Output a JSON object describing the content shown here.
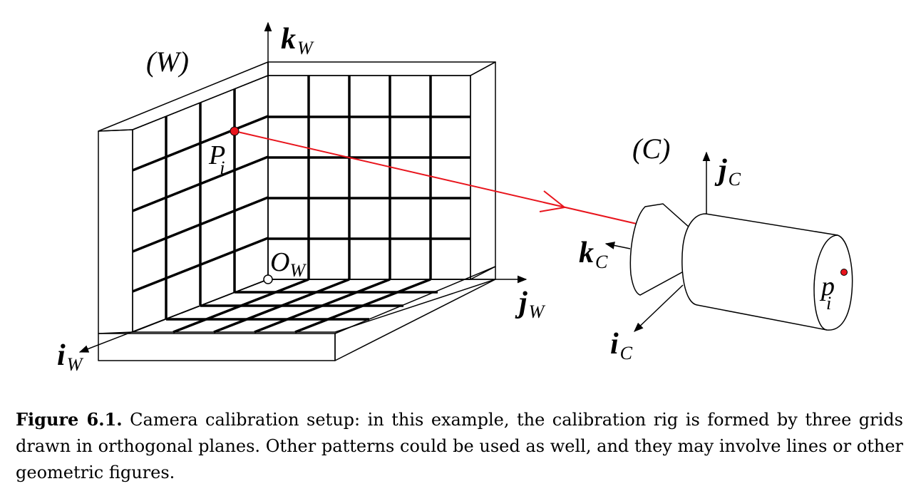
{
  "figure": {
    "world_frame_label": "(W)",
    "camera_frame_label": "(C)",
    "world_axes": {
      "k": {
        "vec": "k",
        "sub": "W"
      },
      "j": {
        "vec": "j",
        "sub": "W"
      },
      "i": {
        "vec": "i",
        "sub": "W"
      }
    },
    "camera_axes": {
      "k": {
        "vec": "k",
        "sub": "C"
      },
      "j": {
        "vec": "j",
        "sub": "C"
      },
      "i": {
        "vec": "i",
        "sub": "C"
      }
    },
    "world_origin": {
      "main": "O",
      "sub": "W"
    },
    "world_point": {
      "main": "P",
      "sub": "i"
    },
    "image_point": {
      "main": "p",
      "sub": "i"
    },
    "colors": {
      "ray": "#e8141c",
      "lines": "#000000",
      "point_fill": "#e8141c"
    }
  },
  "caption": {
    "label": "Figure 6.1.",
    "text": "Camera calibration setup: in this example, the calibration rig is formed by three grids drawn in orthogonal planes. Other patterns could be used as well, and they may involve lines or other geometric figures."
  }
}
